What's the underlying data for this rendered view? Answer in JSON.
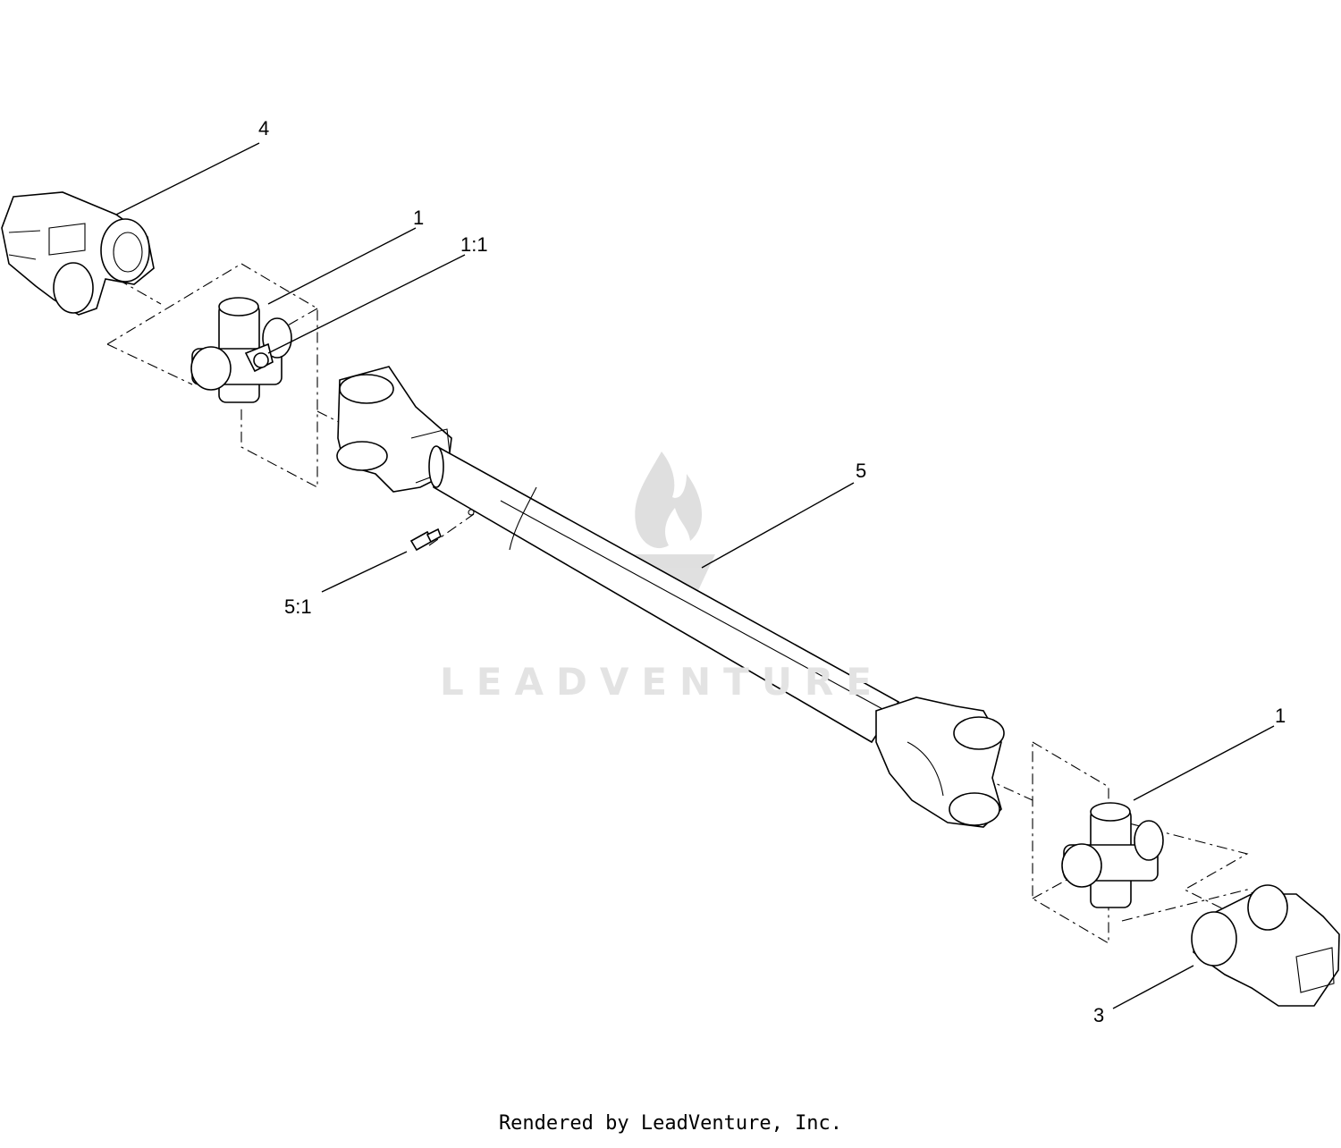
{
  "diagram": {
    "callouts": {
      "c4": "4",
      "c1_top": "1",
      "c1_1": "1:1",
      "c5": "5",
      "c5_1": "5:1",
      "c1_bottom": "1",
      "c3": "3"
    },
    "watermark": "LEADVENTURE",
    "footer": "Rendered by LeadVenture, Inc."
  }
}
